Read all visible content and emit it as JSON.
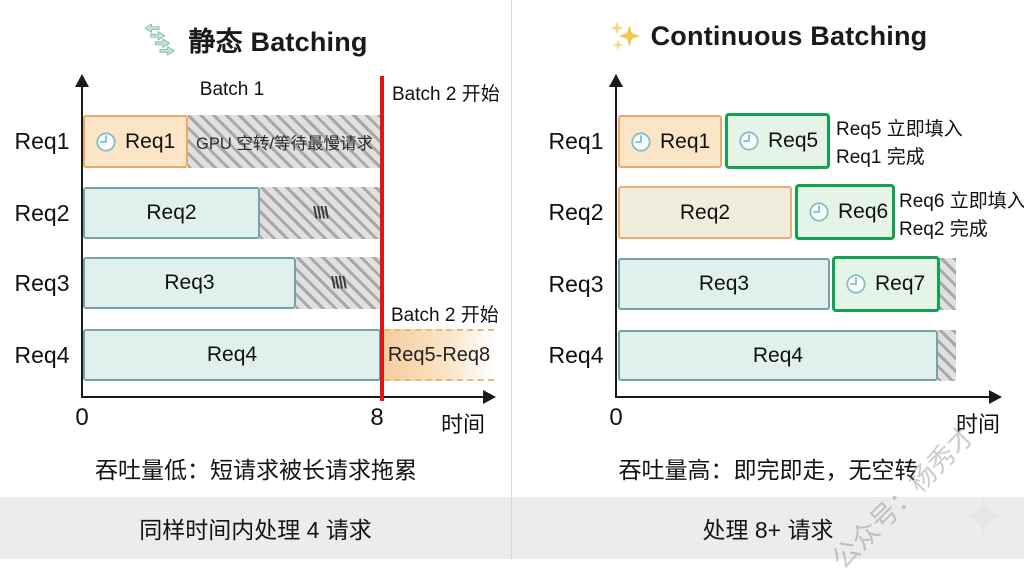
{
  "left": {
    "title": "静态 Batching",
    "batch1_label": "Batch 1",
    "batch2_top_label": "Batch 2 开始",
    "batch2_mid_label": "Batch 2 开始",
    "row_labels": [
      "Req1",
      "Req2",
      "Req3",
      "Req4"
    ],
    "bars": {
      "req1": "Req1",
      "req1_idle": "GPU 空转/等待最慢请求",
      "req2": "Req2",
      "req2_idle": "\\\\\\\\",
      "req3": "Req3",
      "req3_idle": "\\\\\\\\",
      "req4": "Req4",
      "overflow": "Req5-Req8"
    },
    "axis": {
      "zero": "0",
      "eight": "8",
      "time": "时间"
    },
    "caption": "吞吐量低：短请求被长请求拖累",
    "footer": "同样时间内处理 4 请求"
  },
  "right": {
    "title": "Continuous Batching",
    "row_labels": [
      "Req1",
      "Req2",
      "Req3",
      "Req4"
    ],
    "bars": {
      "req1": "Req1",
      "req5": "Req5",
      "req2": "Req2",
      "req6": "Req6",
      "req3": "Req3",
      "req7": "Req7",
      "req4": "Req4"
    },
    "notes": {
      "req5_line1": "Req5 立即填入",
      "req5_line2": "Req1 完成",
      "req6_line1": "Req6 立即填入",
      "req6_line2": "Req2 完成"
    },
    "axis": {
      "zero": "0",
      "time": "时间"
    },
    "caption": "吞吐量高：即完即走，无空转",
    "footer": "处理 8+ 请求"
  },
  "watermark": "公众号：杨秀才",
  "chart_data": {
    "type": "gantt-comparison",
    "time_axis": {
      "min": 0,
      "static_batch_end": 8
    },
    "static_panel": [
      {
        "row": "Req1",
        "active": [
          0,
          2.8
        ],
        "idle": [
          2.8,
          8
        ]
      },
      {
        "row": "Req2",
        "active": [
          0,
          4.7
        ],
        "idle": [
          4.7,
          8
        ]
      },
      {
        "row": "Req3",
        "active": [
          0,
          5.7
        ],
        "idle": [
          5.7,
          8
        ]
      },
      {
        "row": "Req4",
        "active": [
          0,
          8
        ]
      },
      {
        "row": "Req4",
        "next_batch": "Req5-Req8",
        "starts_at": 8
      }
    ],
    "continuous_panel": [
      {
        "row": "Req1",
        "segments": [
          [
            "Req1",
            0,
            2.8
          ],
          [
            "Req5",
            2.9,
            5.7
          ]
        ]
      },
      {
        "row": "Req2",
        "segments": [
          [
            "Req2",
            0,
            4.7
          ],
          [
            "Req6",
            4.8,
            7.4
          ]
        ]
      },
      {
        "row": "Req3",
        "segments": [
          [
            "Req3",
            0,
            5.7
          ],
          [
            "Req7",
            5.8,
            8.7
          ]
        ]
      },
      {
        "row": "Req4",
        "segments": [
          [
            "Req4",
            0,
            8.6
          ]
        ]
      }
    ]
  },
  "colors": {
    "orange_fill": "#FBE5C6",
    "orange_border": "#E9A96B",
    "cream_fill": "#F1EDDD",
    "teal_fill": "#DFF0ED",
    "teal_border": "#76A3A8",
    "green_fill": "#E4F4E6",
    "green_border": "#12A150",
    "hatch_bg": "#E0E0E0",
    "hatch_stripe": "#A8A8A8",
    "red_line": "#E2150F",
    "footer_bg": "#ECECEC",
    "sparkle_gold": "#F3C64F",
    "arrow_icon_teal": "#C2E5DE"
  }
}
